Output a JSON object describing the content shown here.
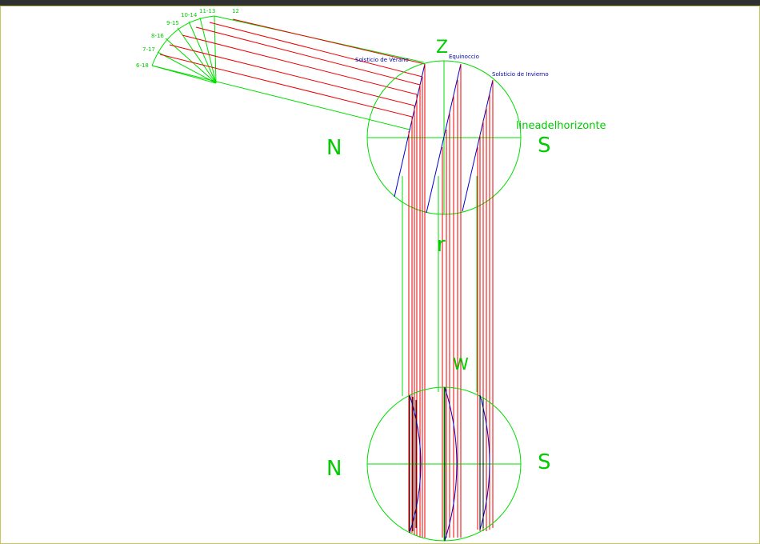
{
  "hour_labels": [
    "6-18",
    "7-17",
    "8-16",
    "9-15",
    "10-14",
    "11-13",
    "12"
  ],
  "season_labels": {
    "summer": "Solsticio de Verano",
    "equinox": "Equinoccio",
    "winter": "Solsticio de Invierno"
  },
  "upper_view": {
    "zenith": "Z",
    "north": "N",
    "south": "S",
    "horizon_label": "lineadelhorizonte"
  },
  "middle_labels": {
    "r": "r",
    "w": "W"
  },
  "lower_view": {
    "north": "N",
    "south": "S"
  },
  "colors": {
    "construction": "#00dd00",
    "rays": "#ee0000",
    "sun_paths": "#0000cc",
    "background": "#ffffff",
    "frame": "#c8c85a"
  }
}
